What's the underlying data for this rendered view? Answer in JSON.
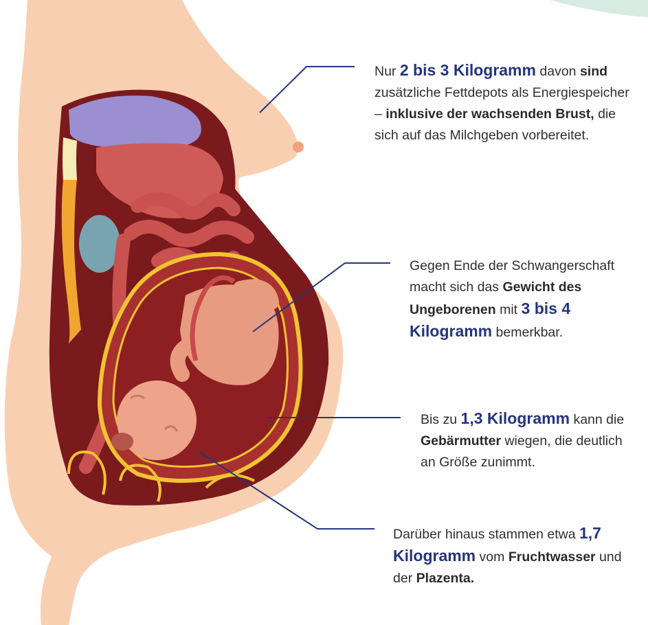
{
  "callouts": {
    "breast_fat": {
      "p1": "Nur ",
      "hl1": "2 bis 3 Kilogramm",
      "p2": " davon ",
      "b1": "sind",
      "p3": " zusätzliche Fettdepots als Energiespeicher – ",
      "b2": "inklusive der wachsenden Brust,",
      "p4": " die sich auf das Milchgeben vorbereitet."
    },
    "baby_weight": {
      "p1": "Gegen Ende der Schwanger­schaft macht sich das ",
      "b1": "Gewicht des Ungeborenen",
      "p2": " mit ",
      "hl1": "3 bis 4 Kilogramm",
      "p3": " bemerkbar."
    },
    "uterus": {
      "p1": "Bis zu ",
      "hl1": "1,3 Kilogramm",
      "p2": " kann die ",
      "b1": "Gebärmutter",
      "p3": " wiegen, die deutlich an Größe zunimmt."
    },
    "fluid_placenta": {
      "p1": "Darüber hinaus stammen etwa ",
      "hl1": "1,7 Kilogramm",
      "p2": " vom ",
      "b1": "Frucht­wasser",
      "p3": " und der ",
      "b2": "Plazenta."
    }
  },
  "colors": {
    "leader_line": "#24357d",
    "highlight": "#24357d",
    "skin": "#f9cfb2",
    "cavity": "#7a1a1c",
    "uterus_line": "#f1c233"
  }
}
